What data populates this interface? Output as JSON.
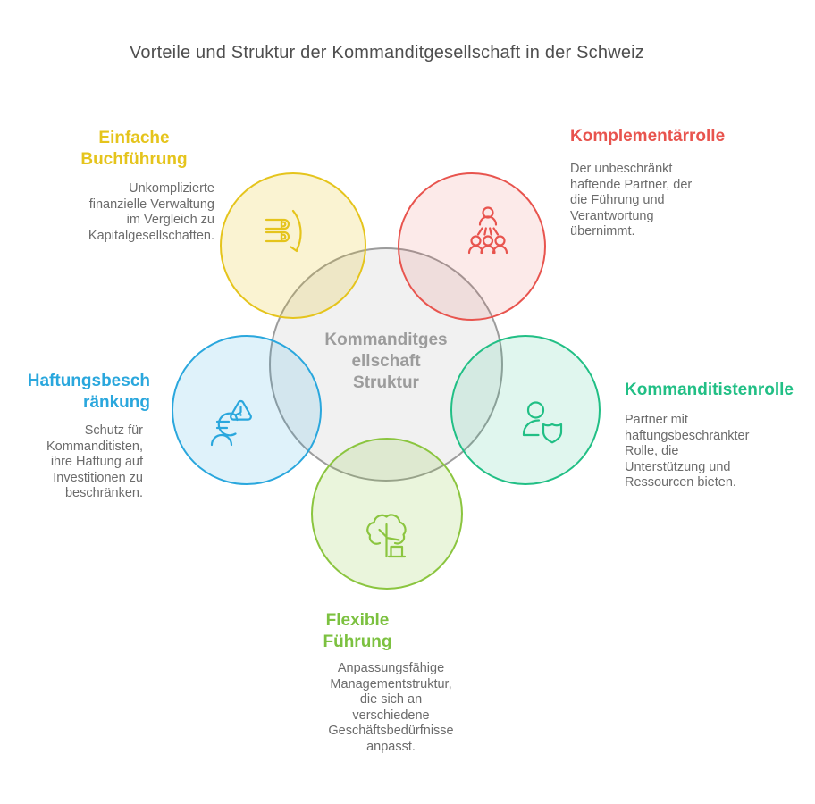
{
  "title": "Vorteile und Struktur der Kommanditgesellschaft in der Schweiz",
  "center": {
    "label": "Kommanditges\nellschaft\nStruktur",
    "stroke": "#9c9c9c",
    "fill": "rgba(0,0,0,0.055)",
    "text_color": "#9c9c9c"
  },
  "colors": {
    "title_text": "#4e4e4e",
    "body_text": "#6b6b6b"
  },
  "nodes": [
    {
      "id": "einfache-buchfuehrung",
      "heading": "Einfache\nBuchführung",
      "description": "Unkomplizierte\nfinanzielle Verwaltung\nim Vergleich zu\nKapitalgesellschaften.",
      "accent": "#e5c41c",
      "stroke": "#e5c41c",
      "fill": "rgba(228,196,28,0.20)",
      "icon": "ledger-refresh-icon"
    },
    {
      "id": "komplementaerrolle",
      "heading": "Komplementärrolle",
      "description": "Der unbeschränkt\nhaftende Partner, der\ndie Führung und\nVerantwortung\nübernimmt.",
      "accent": "#e8544e",
      "stroke": "#e8544e",
      "fill": "rgba(232,84,78,0.12)",
      "icon": "team-hierarchy-icon"
    },
    {
      "id": "haftungsbeschraenkung",
      "heading": "Haftungsbesch\nränkung",
      "description": "Schutz für\nKommanditisten,\nihre Haftung auf\nInvestitionen zu\nbeschränken.",
      "accent": "#2aa7dd",
      "stroke": "#2aa7dd",
      "fill": "rgba(42,167,221,0.15)",
      "icon": "euro-warning-icon"
    },
    {
      "id": "kommanditistenrolle",
      "heading": "Kommanditistenrolle",
      "description": "Partner mit\nhaftungsbeschränkter\nRolle, die\nUnterstützung und\nRessourcen bieten.",
      "accent": "#21bf85",
      "stroke": "#21bf85",
      "fill": "rgba(33,191,133,0.14)",
      "icon": "person-shield-icon"
    },
    {
      "id": "flexible-fuehrung",
      "heading": "Flexible\nFührung",
      "description": "Anpassungsfähige\nManagementstruktur,\ndie sich an\nverschiedene\nGeschäftsbedürfnisse\nanpasst.",
      "accent": "#7cc140",
      "stroke": "#8bc53f",
      "fill": "rgba(139,197,63,0.18)",
      "icon": "tree-icon"
    }
  ]
}
